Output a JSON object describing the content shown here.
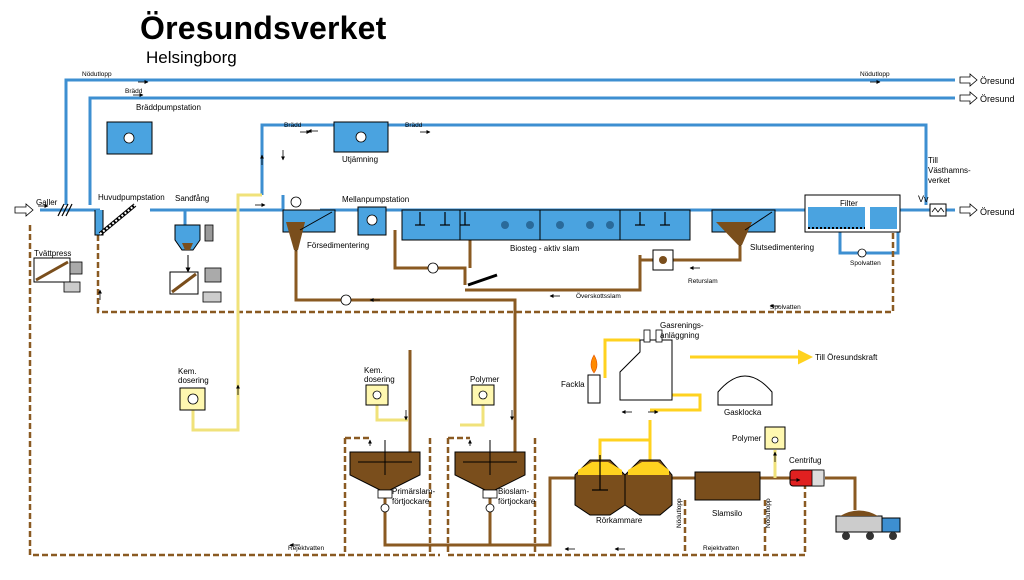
{
  "title": "Öresundsverket",
  "subtitle": "Helsingborg",
  "labels": {
    "nodutlopp_left": "Nödutlopp",
    "nodutlopp_right": "Nödutlopp",
    "oresund1": "Öresund",
    "oresund2": "Öresund",
    "oresund3": "Öresund",
    "bradd1": "Brädd",
    "braddpumpstation": "Bräddpumpstation",
    "bradd2": "Brädd",
    "bradd3": "Brädd",
    "utjamning": "Utjämning",
    "galler": "Galler",
    "huvudpumpstation": "Huvudpumpstation",
    "sandfang": "Sandfång",
    "mellanpumpstation": "Mellanpumpstation",
    "forsedimentering": "Försedimentering",
    "biosteg": "Biosteg - aktiv slam",
    "slutsedimentering": "Slutsedimentering",
    "filter": "Filter",
    "vv": "Vv",
    "till_vasthamn1": "Till",
    "till_vasthamn2": "Västhamns-",
    "till_vasthamn3": "verket",
    "tvattpress": "Tvättpress",
    "spolvatten1": "Spolvatten",
    "spolvatten2": "Spolvatten",
    "returslam": "Returslam",
    "overskottsslam": "Överskottsslam",
    "kem1a": "Kem.",
    "kem1b": "dosering",
    "kem2a": "Kem.",
    "kem2b": "dosering",
    "polymer1": "Polymer",
    "polymer2": "Polymer",
    "gasrening1": "Gasrenings-",
    "gasrening2": "anläggning",
    "till_oresundskraft": "Till Öresundskraft",
    "fackla": "Fackla",
    "gasklocka": "Gasklocka",
    "centrifug": "Centrifug",
    "primarslam1": "Primärslam-",
    "primarslam2": "förtjockare",
    "bioslam1": "Bioslam-",
    "bioslam2": "förtjockare",
    "rorkammare": "Rörkammare",
    "slamsilo": "Slamsilo",
    "rejektvatten1": "Rejektvatten",
    "rejektvatten2": "Rejektvatten",
    "nodutlopp_v1": "Nödutlopp",
    "nodutlopp_v2": "Nödutlopp"
  },
  "colors": {
    "water": "#3d8fd1",
    "sludge": "#8a5a22",
    "chem": "#f0e27a",
    "gas": "#ffd21f",
    "tank_water": "#4aa3e0",
    "sludge_fill": "#7a4e1c",
    "reject": "#8a5a22"
  }
}
